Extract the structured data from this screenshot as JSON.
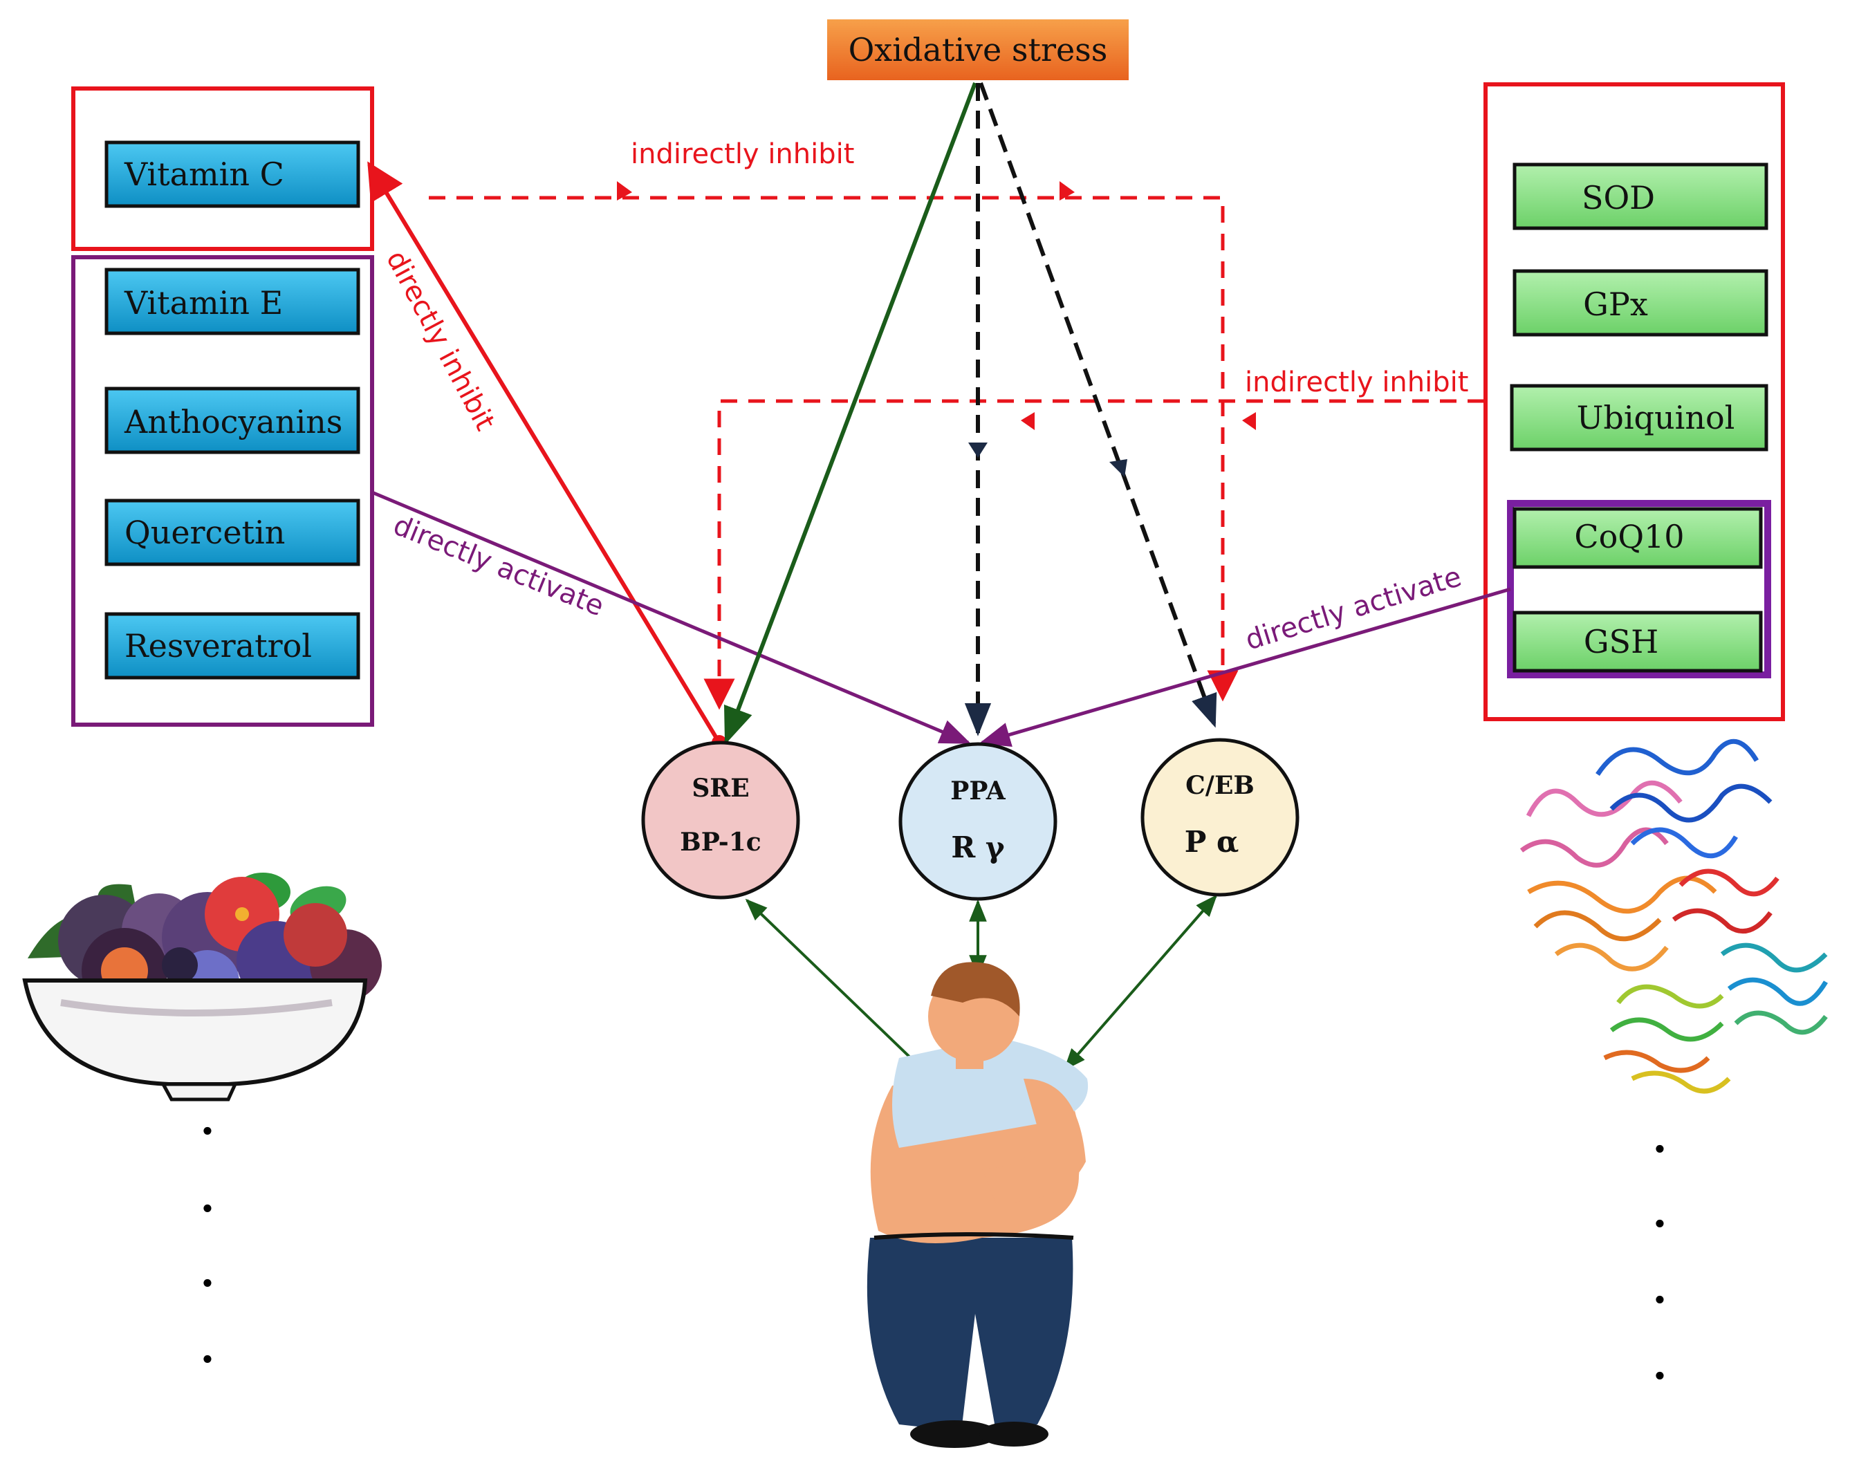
{
  "top_node": {
    "label": "Oxidative stress"
  },
  "left_boxes": [
    {
      "label": "Vitamin C"
    },
    {
      "label": "Vitamin E"
    },
    {
      "label": "Anthocyanins"
    },
    {
      "label": "Quercetin"
    },
    {
      "label": "Resveratrol"
    }
  ],
  "right_boxes": [
    {
      "label": "SOD"
    },
    {
      "label": "GPx"
    },
    {
      "label": "Ubiquinol"
    },
    {
      "label": "CoQ10"
    },
    {
      "label": "GSH"
    }
  ],
  "nodes": [
    {
      "line1": "SRE",
      "line2": "BP-1c"
    },
    {
      "line1": "PPA",
      "line2": "R γ"
    },
    {
      "line1": "C/EB",
      "line2": "P α"
    }
  ],
  "edge_labels": {
    "indirect_top": "indirectly inhibit",
    "indirect_right": "indirectly inhibit",
    "direct_inhibit": "directly inhibit",
    "direct_activate_left": "directly activate",
    "direct_activate_right": "directly activate"
  },
  "ellipsis": ".",
  "colors": {
    "inhibit": "#e8141c",
    "activate": "#7a1a78",
    "oxidative": "#1a5c1a",
    "dashed_black": "#111111",
    "top_box": "#ef7a2e",
    "blue_box": "#1aa8e0",
    "green_box": "#8fe08a",
    "node1": "#f2c6c6",
    "node2": "#d6e8f5",
    "node3": "#fbf0d2"
  }
}
